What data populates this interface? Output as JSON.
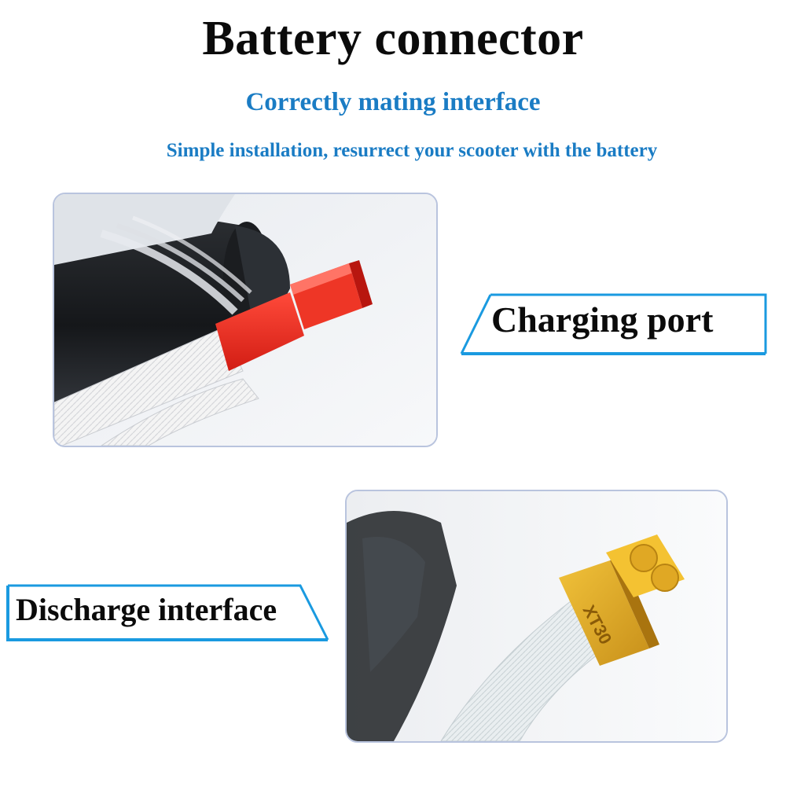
{
  "header": {
    "title": "Battery connector",
    "subtitle": "Correctly mating interface",
    "tagline": "Simple installation, resurrect your scooter with the battery"
  },
  "colors": {
    "accent": "#1a7cc4",
    "title": "#0b0b0b",
    "frame": "#b9c4de"
  },
  "callouts": {
    "charging_port": "Charging port",
    "discharge_interface": "Discharge interface"
  },
  "photos": {
    "connector_marking": "XT30"
  }
}
